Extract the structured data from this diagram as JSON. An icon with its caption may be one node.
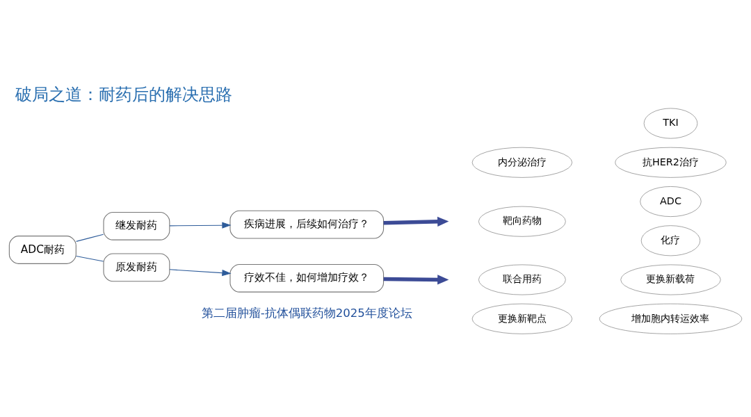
{
  "diagram": {
    "title": "破局之道：耐药后的解决思路",
    "nodes": [
      {
        "text": [
          "ADC耐药"
        ]
      },
      {
        "text": [
          "继发耐药"
        ]
      },
      {
        "text": [
          "原发耐药"
        ]
      },
      {
        "text": [
          "疾病进展，后续如何治疗？"
        ]
      },
      {
        "text": [
          "疗效不佳，如何增加疗效？"
        ]
      },
      {
        "text": [
          "TKI"
        ]
      },
      {
        "text": [
          "抗HER2治疗"
        ]
      },
      {
        "text": [
          "内分泌治疗"
        ]
      },
      {
        "text": [
          "ADC"
        ]
      },
      {
        "text": [
          "靶向药物"
        ]
      },
      {
        "text": [
          "化疗"
        ]
      },
      {
        "text": [
          "联合用药"
        ]
      },
      {
        "text": [
          "更换新载荷"
        ]
      },
      {
        "text": [
          "更换新靶点"
        ]
      },
      {
        "text": [
          "增加胞内转运效率"
        ]
      }
    ],
    "edges": [
      {
        "from": 0,
        "to": 1,
        "arrow": "none"
      },
      {
        "from": 0,
        "to": 2,
        "arrow": "none"
      },
      {
        "from": 1,
        "to": 3,
        "arrow": "to"
      },
      {
        "from": 2,
        "to": 4,
        "arrow": "to"
      },
      {
        "from": 3,
        "to": null,
        "arrow": "to",
        "style": "thick",
        "color": "#3c4b96"
      },
      {
        "from": 4,
        "to": null,
        "arrow": "to",
        "style": "thick",
        "color": "#3c4b96"
      }
    ],
    "labels": [
      "第二届肿瘤-抗体偶联药物2025年度论坛"
    ]
  }
}
